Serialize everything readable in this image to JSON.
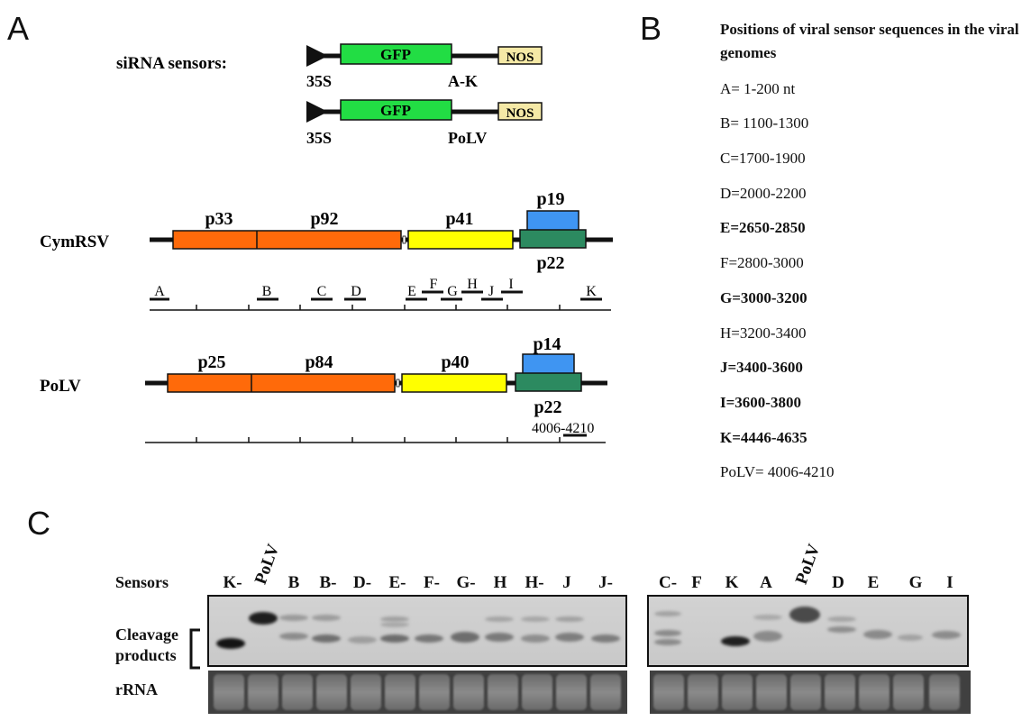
{
  "panels": {
    "a": "A",
    "b": "B",
    "c": "C"
  },
  "sensors": {
    "title": "siRNA sensors:",
    "constructs": [
      {
        "promoter": "35S",
        "gene": "GFP",
        "terminator": "NOS",
        "insert": "A-K"
      },
      {
        "promoter": "35S",
        "gene": "GFP",
        "terminator": "NOS",
        "insert": "PoLV"
      }
    ]
  },
  "cymrsv": {
    "name": "CymRSV",
    "orfs": {
      "p33": "p33",
      "p92": "p92",
      "p41": "p41",
      "p19": "p19",
      "p22": "p22"
    },
    "sensor_marks": [
      "A",
      "B",
      "C",
      "D",
      "E",
      "F",
      "G",
      "H",
      "J",
      "I",
      "K"
    ]
  },
  "polv": {
    "name": "PoLV",
    "orfs": {
      "p25": "p25",
      "p84": "p84",
      "p40": "p40",
      "p14": "p14",
      "p22": "p22"
    },
    "sensor_range": "4006-4210"
  },
  "positions": {
    "title": "Positions of viral sensor sequences in the viral genomes",
    "items": [
      {
        "text": "A= 1-200 nt",
        "bold": false
      },
      {
        "text": "B= 1100-1300",
        "bold": false
      },
      {
        "text": "C=1700-1900",
        "bold": false
      },
      {
        "text": "D=2000-2200",
        "bold": false
      },
      {
        "text": "E=2650-2850",
        "bold": true
      },
      {
        "text": "F=2800-3000",
        "bold": false
      },
      {
        "text": "G=3000-3200",
        "bold": true
      },
      {
        "text": "H=3200-3400",
        "bold": false
      },
      {
        "text": "J=3400-3600",
        "bold": true
      },
      {
        "text": "I=3600-3800",
        "bold": true
      },
      {
        "text": "K=4446-4635",
        "bold": true
      },
      {
        "text": "PoLV= 4006-4210",
        "bold": false
      }
    ]
  },
  "blots": {
    "sensors_label": "Sensors",
    "cleavage_label_1": "Cleavage",
    "cleavage_label_2": "products",
    "rrna_label": "rRNA",
    "left_lanes": [
      "K-",
      "PoLV",
      "B",
      "B-",
      "D-",
      "E-",
      "F-",
      "G-",
      "H",
      "H-",
      "J",
      "J-"
    ],
    "right_lanes": [
      "C-",
      "F",
      "K",
      "A",
      "PoLV",
      "D",
      "E",
      "G",
      "I"
    ]
  }
}
